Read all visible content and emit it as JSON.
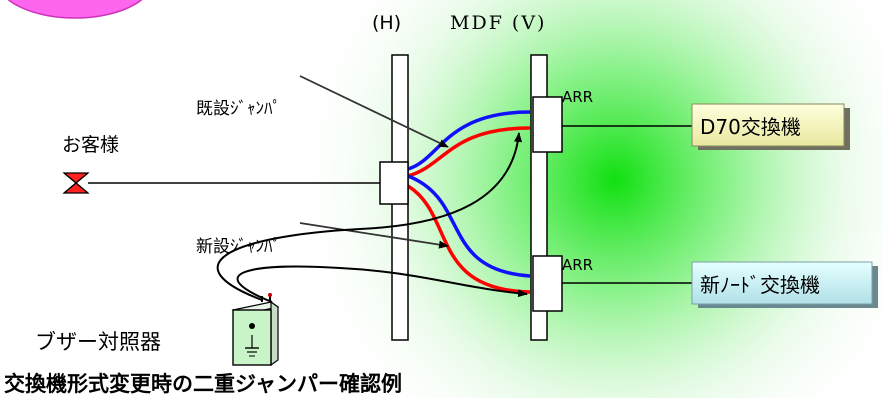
{
  "labels": {
    "h": "(H)",
    "mdf_v": "MDF (V)",
    "existing_jumper": "既設ｼﾞｬﾝﾊﾟ",
    "new_jumper": "新設ｼﾞｬﾝﾊﾟ",
    "customer": "お客様",
    "buzzer": "ブザー対照器",
    "arr_top": "ARR",
    "arr_bottom": "ARR",
    "caption": "交換機形式変更時の二重ジャンパー確認例"
  },
  "switches": {
    "old": "D70交換機",
    "new": "新ﾉｰﾄﾞ交換機"
  },
  "colors": {
    "glow": "#22ee22",
    "pink": "#ff66ee",
    "jumper_blue": "#1010ff",
    "jumper_red": "#ff0000",
    "old_switch_fill": "#ffffcc",
    "new_switch_fill": "#ccffff",
    "customer_icon": "#ff0000"
  }
}
